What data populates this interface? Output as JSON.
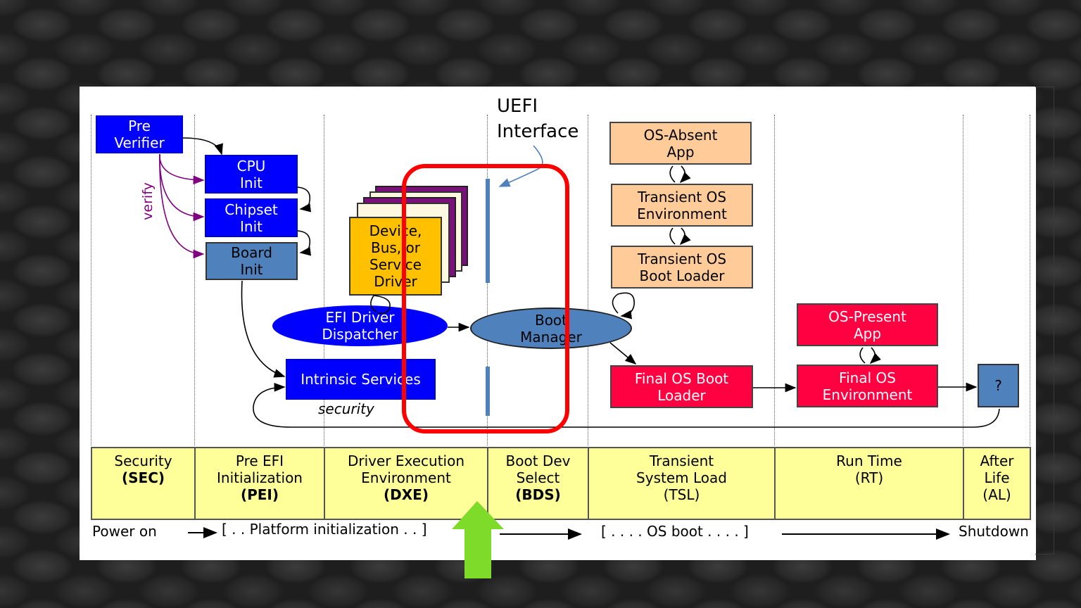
{
  "uefi_label": [
    "UEFI",
    "Interface"
  ],
  "boxes": {
    "pre_verifier": "Pre\nVerifier",
    "cpu_init": "CPU\nInit",
    "chipset_init": "Chipset\nInit",
    "board_init": "Board\nInit",
    "device_driver": "Device,\nBus, or\nService\nDriver",
    "efi_dispatcher": "EFI Driver\nDispatcher",
    "intrinsic_services": "Intrinsic Services",
    "boot_manager": "Boot\nManager",
    "os_absent_app": "OS-Absent\nApp",
    "transient_os_env": "Transient OS\nEnvironment",
    "transient_os_loader": "Transient OS\nBoot Loader",
    "final_os_loader": "Final OS Boot\nLoader",
    "os_present_app": "OS-Present\nApp",
    "final_os_env": "Final OS\nEnvironment",
    "unknown": "?"
  },
  "labels": {
    "verify": "verify",
    "security": "security"
  },
  "phases": [
    {
      "line1": "Security",
      "line2": "(SEC)",
      "line3": ""
    },
    {
      "line1": "Pre EFI",
      "line2": "Initialization",
      "line3": "(PEI)"
    },
    {
      "line1": "Driver Execution",
      "line2": "Environment",
      "line3": "(DXE)"
    },
    {
      "line1": "Boot Dev",
      "line2": "Select",
      "line3": "(BDS)"
    },
    {
      "line1": "Transient",
      "line2": "System Load",
      "line3": "(TSL)"
    },
    {
      "line1": "Run Time",
      "line2": "(RT)",
      "line3": ""
    },
    {
      "line1": "After",
      "line2": "Life",
      "line3": "(AL)"
    }
  ],
  "timeline": {
    "power_on": "Power on",
    "platform_init": "[ . . Platform initialization . . ]",
    "os_boot": "[ . . . . OS boot . . . . ]",
    "shutdown": "Shutdown"
  },
  "colors": {
    "highlight_red": "#ff0000",
    "arrow_green": "#7fdb2a",
    "box_blue": "#0000ff",
    "steel_blue": "#4f81bd"
  }
}
